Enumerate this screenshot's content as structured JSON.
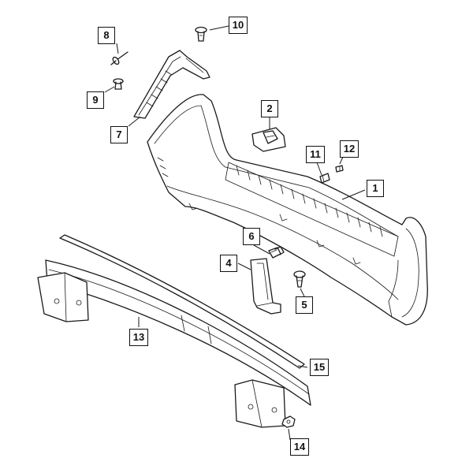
{
  "callouts": {
    "c1": "1",
    "c2": "2",
    "c4": "4",
    "c5": "5",
    "c6": "6",
    "c7": "7",
    "c8": "8",
    "c9": "9",
    "c10": "10",
    "c11": "11",
    "c12": "12",
    "c13": "13",
    "c14": "14",
    "c15": "15"
  }
}
